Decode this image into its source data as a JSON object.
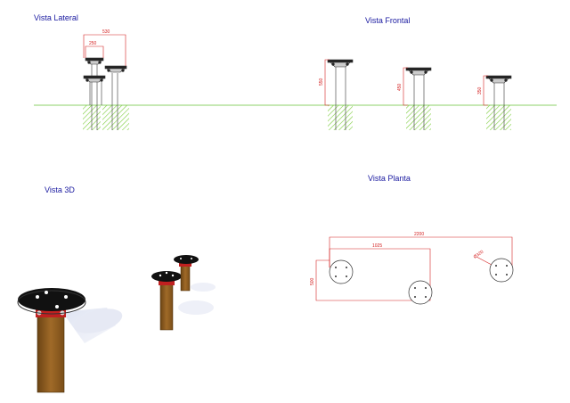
{
  "views": {
    "lateral": "Vista Lateral",
    "frontal": "Vista Frontal",
    "view3d": "Vista 3D",
    "planta": "Vista Planta"
  },
  "dimensions": {
    "lateral_top": "530",
    "lateral_inner": "250",
    "frontal_1": "550",
    "frontal_2": "450",
    "frontal_3": "350",
    "planta_total": "2200",
    "planta_partial": "1025",
    "planta_depth": "500",
    "planta_diameter": "Ø320"
  },
  "colors": {
    "title": "#1a1aa0",
    "dimension": "#d42020",
    "ground": "#8ed16a",
    "foundation": "#7ccc3c",
    "wood": "#8a5a20",
    "seat": "#111111"
  }
}
